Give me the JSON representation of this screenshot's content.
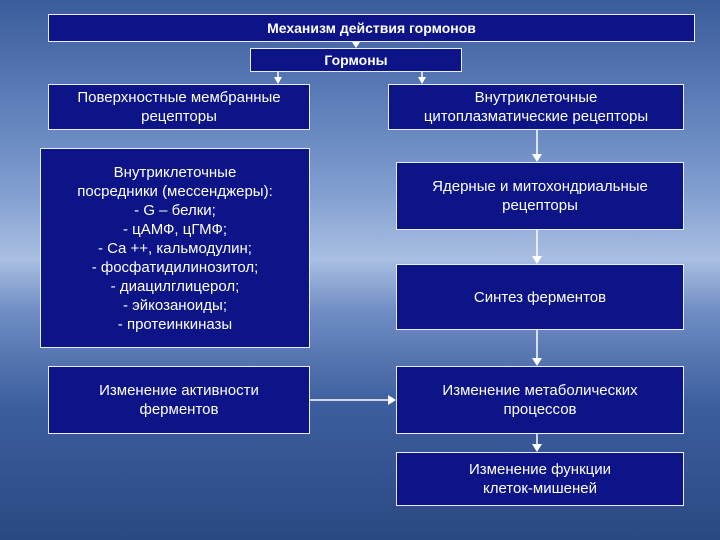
{
  "diagram": {
    "title": "Механизм действия гормонов",
    "hormones": "Гормоны",
    "surface_receptors": "Поверхностные мембранные\nрецепторы",
    "intracellular_receptors": "Внутриклеточные\nцитоплазматические рецепторы",
    "messengers": "Внутриклеточные\nпосредники (мессенджеры):\n- G – белки;\n- цАМФ, цГМФ;\n- Ca ++, кальмодулин;\n- фосфатидилинозитол;\n- диацилглицерол;\n- эйкозаноиды;\n- протеинкиназы",
    "nuclear_receptors": "Ядерные и митохондриальные\nрецепторы",
    "enzyme_synthesis": "Синтез ферментов",
    "enzyme_activity": "Изменение активности\nферментов",
    "metabolic_change": "Изменение метаболических\nпроцессов",
    "target_cell_change": "Изменение функции\nклеток-мишеней"
  }
}
